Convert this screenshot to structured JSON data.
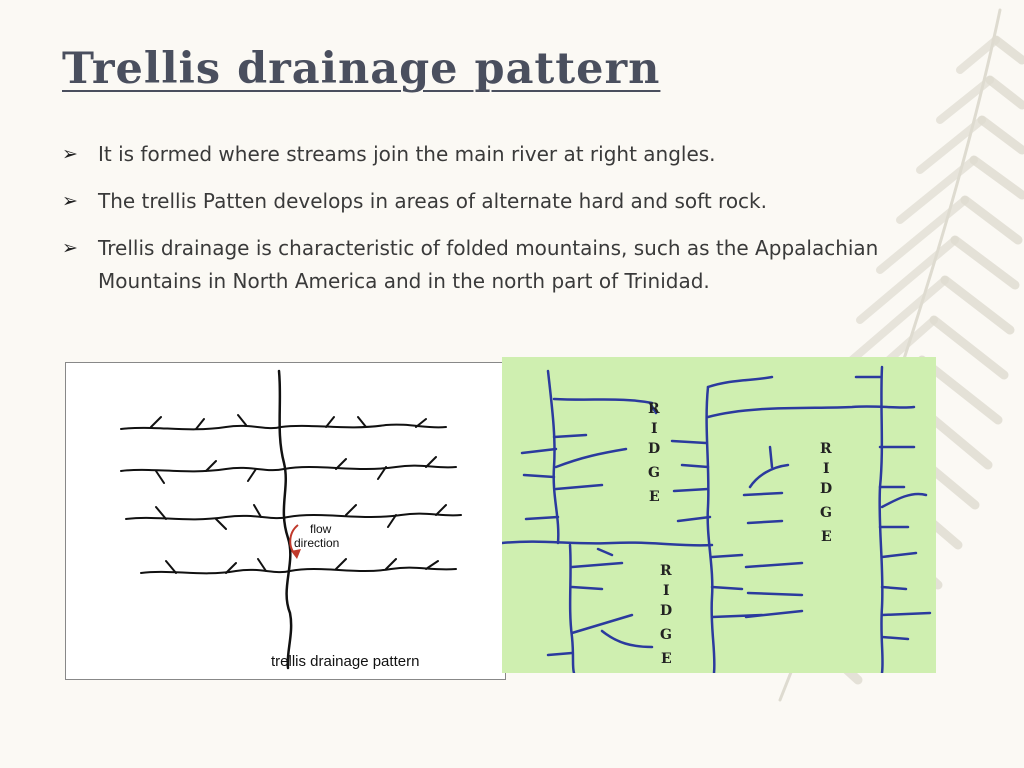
{
  "slide": {
    "title": "Trellis drainage pattern",
    "bullets": [
      "It is formed where streams join the main river at right angles.",
      "The trellis Patten develops in areas of alternate hard and soft rock.",
      "Trellis drainage is characteristic of folded mountains, such as the Appalachian Mountains in North America and in the north part of Trinidad."
    ],
    "bullet_glyph": "➢"
  },
  "figure_left": {
    "flow_label_1": "flow",
    "flow_label_2": "direction",
    "caption": "trellis drainage pattern",
    "stream_color": "#111111",
    "arrow_color": "#c0392b"
  },
  "figure_right": {
    "ridge_letters": [
      "R",
      "I",
      "D",
      "G",
      "E"
    ],
    "background_color": "#cfefb0",
    "stream_color": "#2b3a9e"
  },
  "colors": {
    "title": "#4a4f5e",
    "text": "#3a3a3a",
    "background": "#fbf9f4"
  }
}
